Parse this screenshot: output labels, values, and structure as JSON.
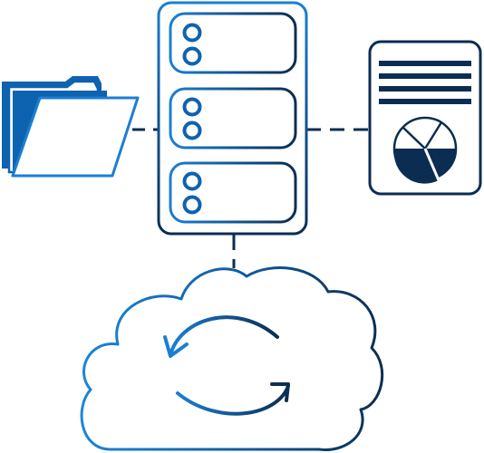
{
  "colors": {
    "blue_light": "#1a7fd4",
    "blue_mid": "#0d63b0",
    "navy": "#0b2d52",
    "fill_white": "#ffffff"
  },
  "icons": [
    "folder-icon",
    "server-rack-icon",
    "report-document-icon",
    "pie-chart-icon",
    "cloud-icon",
    "sync-arrows-icon"
  ],
  "diagram": {
    "nodes": [
      {
        "id": "folder",
        "icon": "folder-icon"
      },
      {
        "id": "server",
        "icon": "server-rack-icon",
        "units": 3
      },
      {
        "id": "report",
        "icon": "report-document-icon",
        "text_lines": 4
      },
      {
        "id": "cloud",
        "icon": "cloud-icon"
      }
    ],
    "connections": [
      {
        "from": "folder",
        "to": "server",
        "style": "dashed"
      },
      {
        "from": "server",
        "to": "report",
        "style": "dashed"
      },
      {
        "from": "server",
        "to": "cloud",
        "style": "dashed"
      }
    ]
  }
}
